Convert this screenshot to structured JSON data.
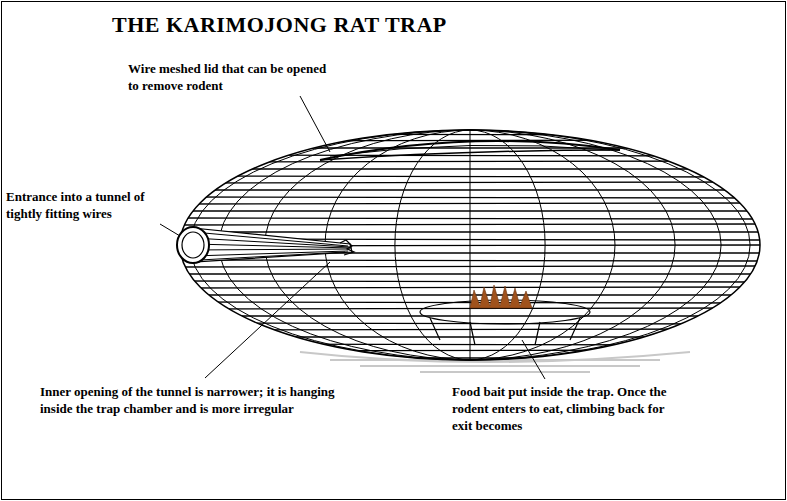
{
  "diagram": {
    "title": "THE KARIMOJONG RAT TRAP",
    "labels": [
      "Wire meshed lid that can be opened to remove rodent",
      "Entrance into a tunnel of tightly fitting wires",
      "Inner opening of the tunnel is narrower; it is hanging inside the trap chamber and is more irregular",
      "Food bait put inside the trap. Once the rodent enters to eat, climbing back for exit becomes"
    ]
  }
}
